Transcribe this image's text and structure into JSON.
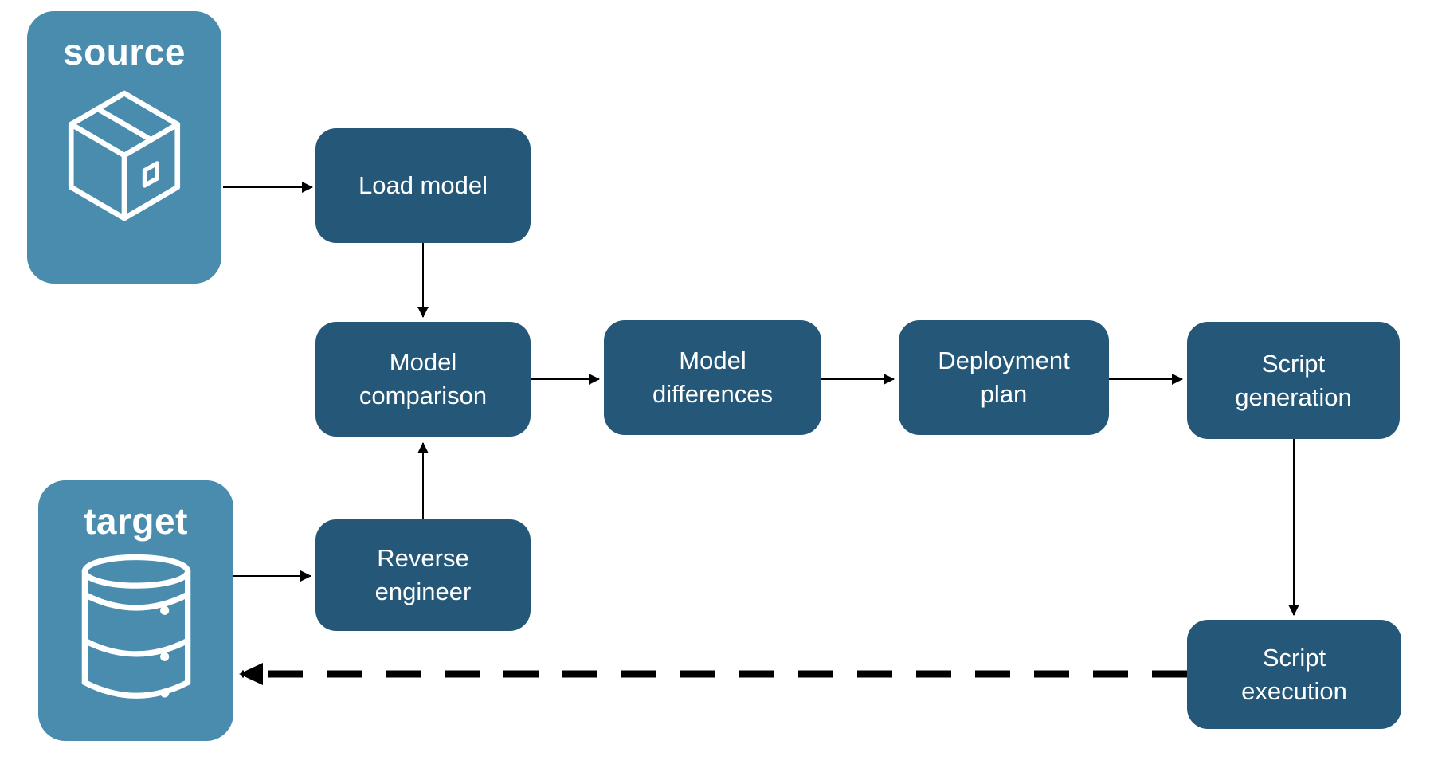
{
  "diagram": {
    "colors": {
      "node_fill": "#255878",
      "container_fill": "#4A8CAE",
      "arrow": "#000000",
      "text": "#ffffff",
      "background": "#ffffff"
    },
    "containers": {
      "source": {
        "label": "source",
        "icon": "package-icon"
      },
      "target": {
        "label": "target",
        "icon": "database-icon"
      }
    },
    "nodes": {
      "load_model": {
        "label": "Load model"
      },
      "model_comparison": {
        "label": "Model comparison"
      },
      "model_differences": {
        "label": "Model differences"
      },
      "deployment_plan": {
        "label": "Deployment plan"
      },
      "script_generation": {
        "label": "Script generation"
      },
      "script_execution": {
        "label": "Script execution"
      },
      "reverse_engineer": {
        "label": "Reverse engineer"
      }
    },
    "edges": [
      {
        "from": "source",
        "to": "load_model",
        "style": "solid"
      },
      {
        "from": "load_model",
        "to": "model_comparison",
        "style": "solid"
      },
      {
        "from": "target",
        "to": "reverse_engineer",
        "style": "solid"
      },
      {
        "from": "reverse_engineer",
        "to": "model_comparison",
        "style": "solid"
      },
      {
        "from": "model_comparison",
        "to": "model_differences",
        "style": "solid"
      },
      {
        "from": "model_differences",
        "to": "deployment_plan",
        "style": "solid"
      },
      {
        "from": "deployment_plan",
        "to": "script_generation",
        "style": "solid"
      },
      {
        "from": "script_generation",
        "to": "script_execution",
        "style": "solid"
      },
      {
        "from": "script_execution",
        "to": "target",
        "style": "dashed"
      }
    ]
  }
}
